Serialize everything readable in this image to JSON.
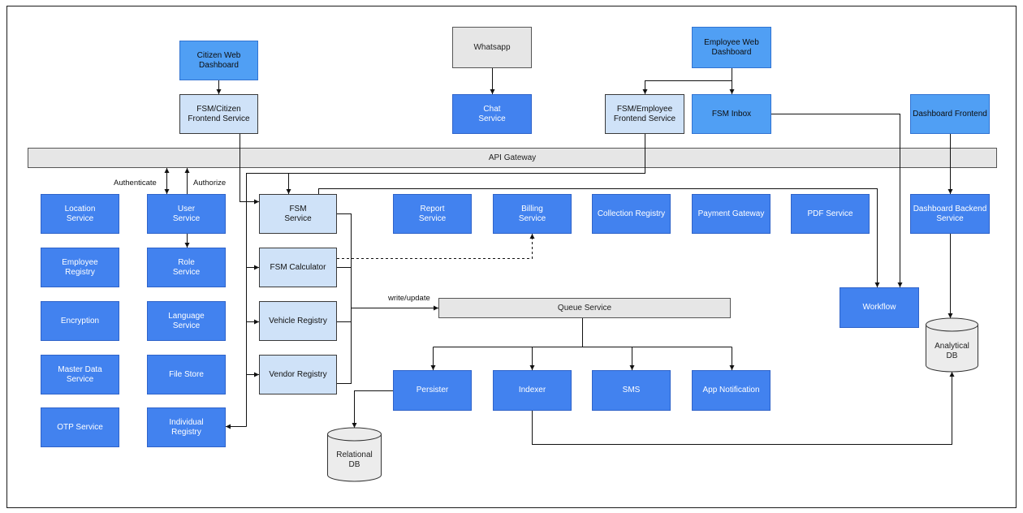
{
  "colors": {
    "service_blue": "#4282ef",
    "client_blue": "#509ff4",
    "pale_blue": "#cfe2f8",
    "infra_grey": "#e6e6e6",
    "connector": "#111111"
  },
  "clients": {
    "citizen_web_dashboard": "Citizen Web\nDashboard",
    "whatsapp": "Whatsapp",
    "employee_web_dashboard": "Employee Web\nDashboard"
  },
  "frontends": {
    "fsm_citizen_frontend": "FSM/Citizen\nFrontend Service",
    "chat_service": "Chat\nService",
    "fsm_employee_frontend": "FSM/Employee\nFrontend Service",
    "fsm_inbox": "FSM Inbox",
    "dashboard_frontend": "Dashboard Frontend"
  },
  "api_gateway": "API Gateway",
  "auth_labels": {
    "authenticate": "Authenticate",
    "authorize": "Authorize"
  },
  "platform_services": {
    "column_1": [
      "Location\nService",
      "Employee\nRegistry",
      "Encryption",
      "Master Data\nService",
      "OTP Service"
    ],
    "column_2": [
      "User\nService",
      "Role\nService",
      "Language\nService",
      "File Store",
      "Individual\nRegistry"
    ]
  },
  "fsm_services": [
    "FSM\nService",
    "FSM Calculator",
    "Vehicle Registry",
    "Vendor Registry"
  ],
  "shared_services": [
    "Report\nService",
    "Billing\nService",
    "Collection Registry",
    "Payment Gateway",
    "PDF Service"
  ],
  "queue": {
    "label": "Queue Service",
    "write_update": "write/update",
    "consumers": [
      "Persister",
      "Indexer",
      "SMS",
      "App Notification"
    ]
  },
  "dashboard_backend": "Dashboard Backend\nService",
  "workflow": "Workflow",
  "databases": {
    "relational": "Relational\nDB",
    "analytical": "Analytical\nDB"
  }
}
